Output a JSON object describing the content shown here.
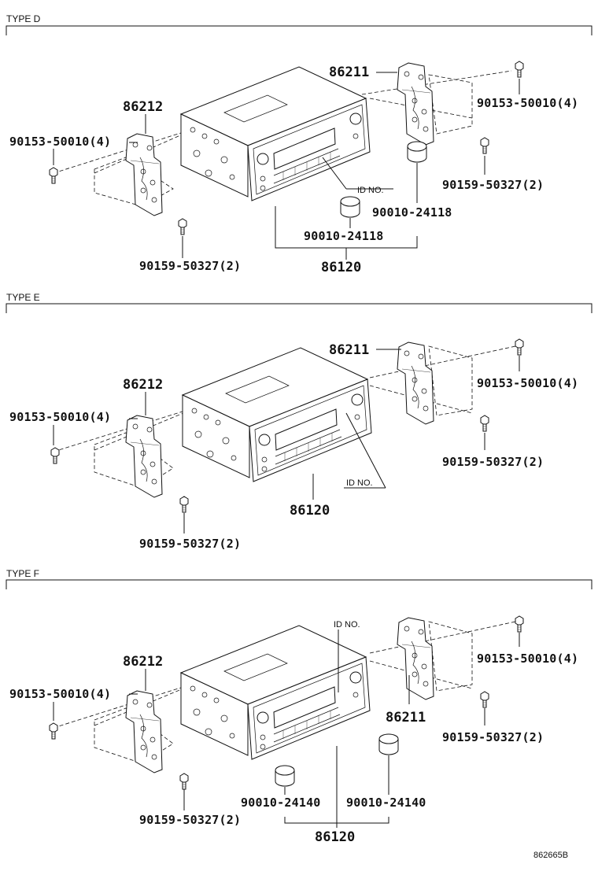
{
  "sections": [
    {
      "type_label": "TYPE D",
      "parts": {
        "bracket_right": "86211",
        "bracket_left": "86212",
        "screw_upper_right": "90153-50010(4)",
        "screw_lower_right": "90159-50327(2)",
        "screw_upper_left": "90153-50010(4)",
        "screw_lower_left": "90159-50327(2)",
        "knob_right": "90010-24118",
        "knob_left": "90010-24118",
        "unit": "86120",
        "id_no": "ID NO."
      }
    },
    {
      "type_label": "TYPE E",
      "parts": {
        "bracket_right": "86211",
        "bracket_left": "86212",
        "screw_upper_right": "90153-50010(4)",
        "screw_lower_right": "90159-50327(2)",
        "screw_upper_left": "90153-50010(4)",
        "screw_lower_left": "90159-50327(2)",
        "unit": "86120",
        "id_no": "ID NO."
      }
    },
    {
      "type_label": "TYPE F",
      "parts": {
        "bracket_right": "86211",
        "bracket_left": "86212",
        "screw_upper_right": "90153-50010(4)",
        "screw_lower_right": "90159-50327(2)",
        "screw_upper_left": "90153-50010(4)",
        "screw_lower_left": "90159-50327(2)",
        "knob_right": "90010-24140",
        "knob_left": "90010-24140",
        "unit": "86120",
        "id_no": "ID NO."
      }
    }
  ],
  "drawing_code": "862665B"
}
